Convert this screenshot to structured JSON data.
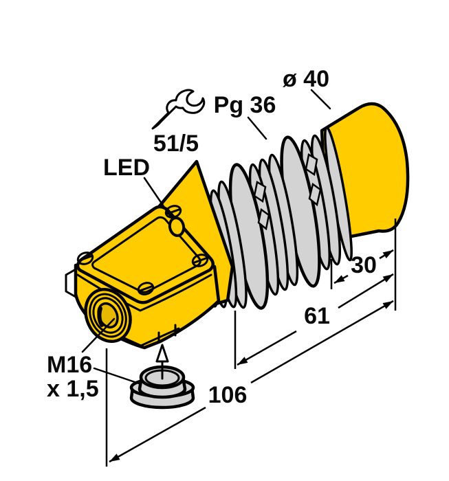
{
  "drawing": {
    "labels": {
      "head_diameter": "ø 40",
      "mounting_thread": "Pg 36",
      "wrench_size": "51/5",
      "led": "LED",
      "cable_entry_thread_line1": "M16",
      "cable_entry_thread_line2": "x 1,5"
    },
    "dimensions": {
      "head_length": "30",
      "thread_section_length": "61",
      "overall_length": "106"
    },
    "icons": {
      "wrench": "wrench-icon",
      "insert_direction": "up-arrow-icon"
    },
    "colors": {
      "sensor_yellow": "#FFCC00",
      "metal_gray": "#D3D3D3",
      "line_black": "#000000",
      "background": "#FFFFFF"
    }
  }
}
